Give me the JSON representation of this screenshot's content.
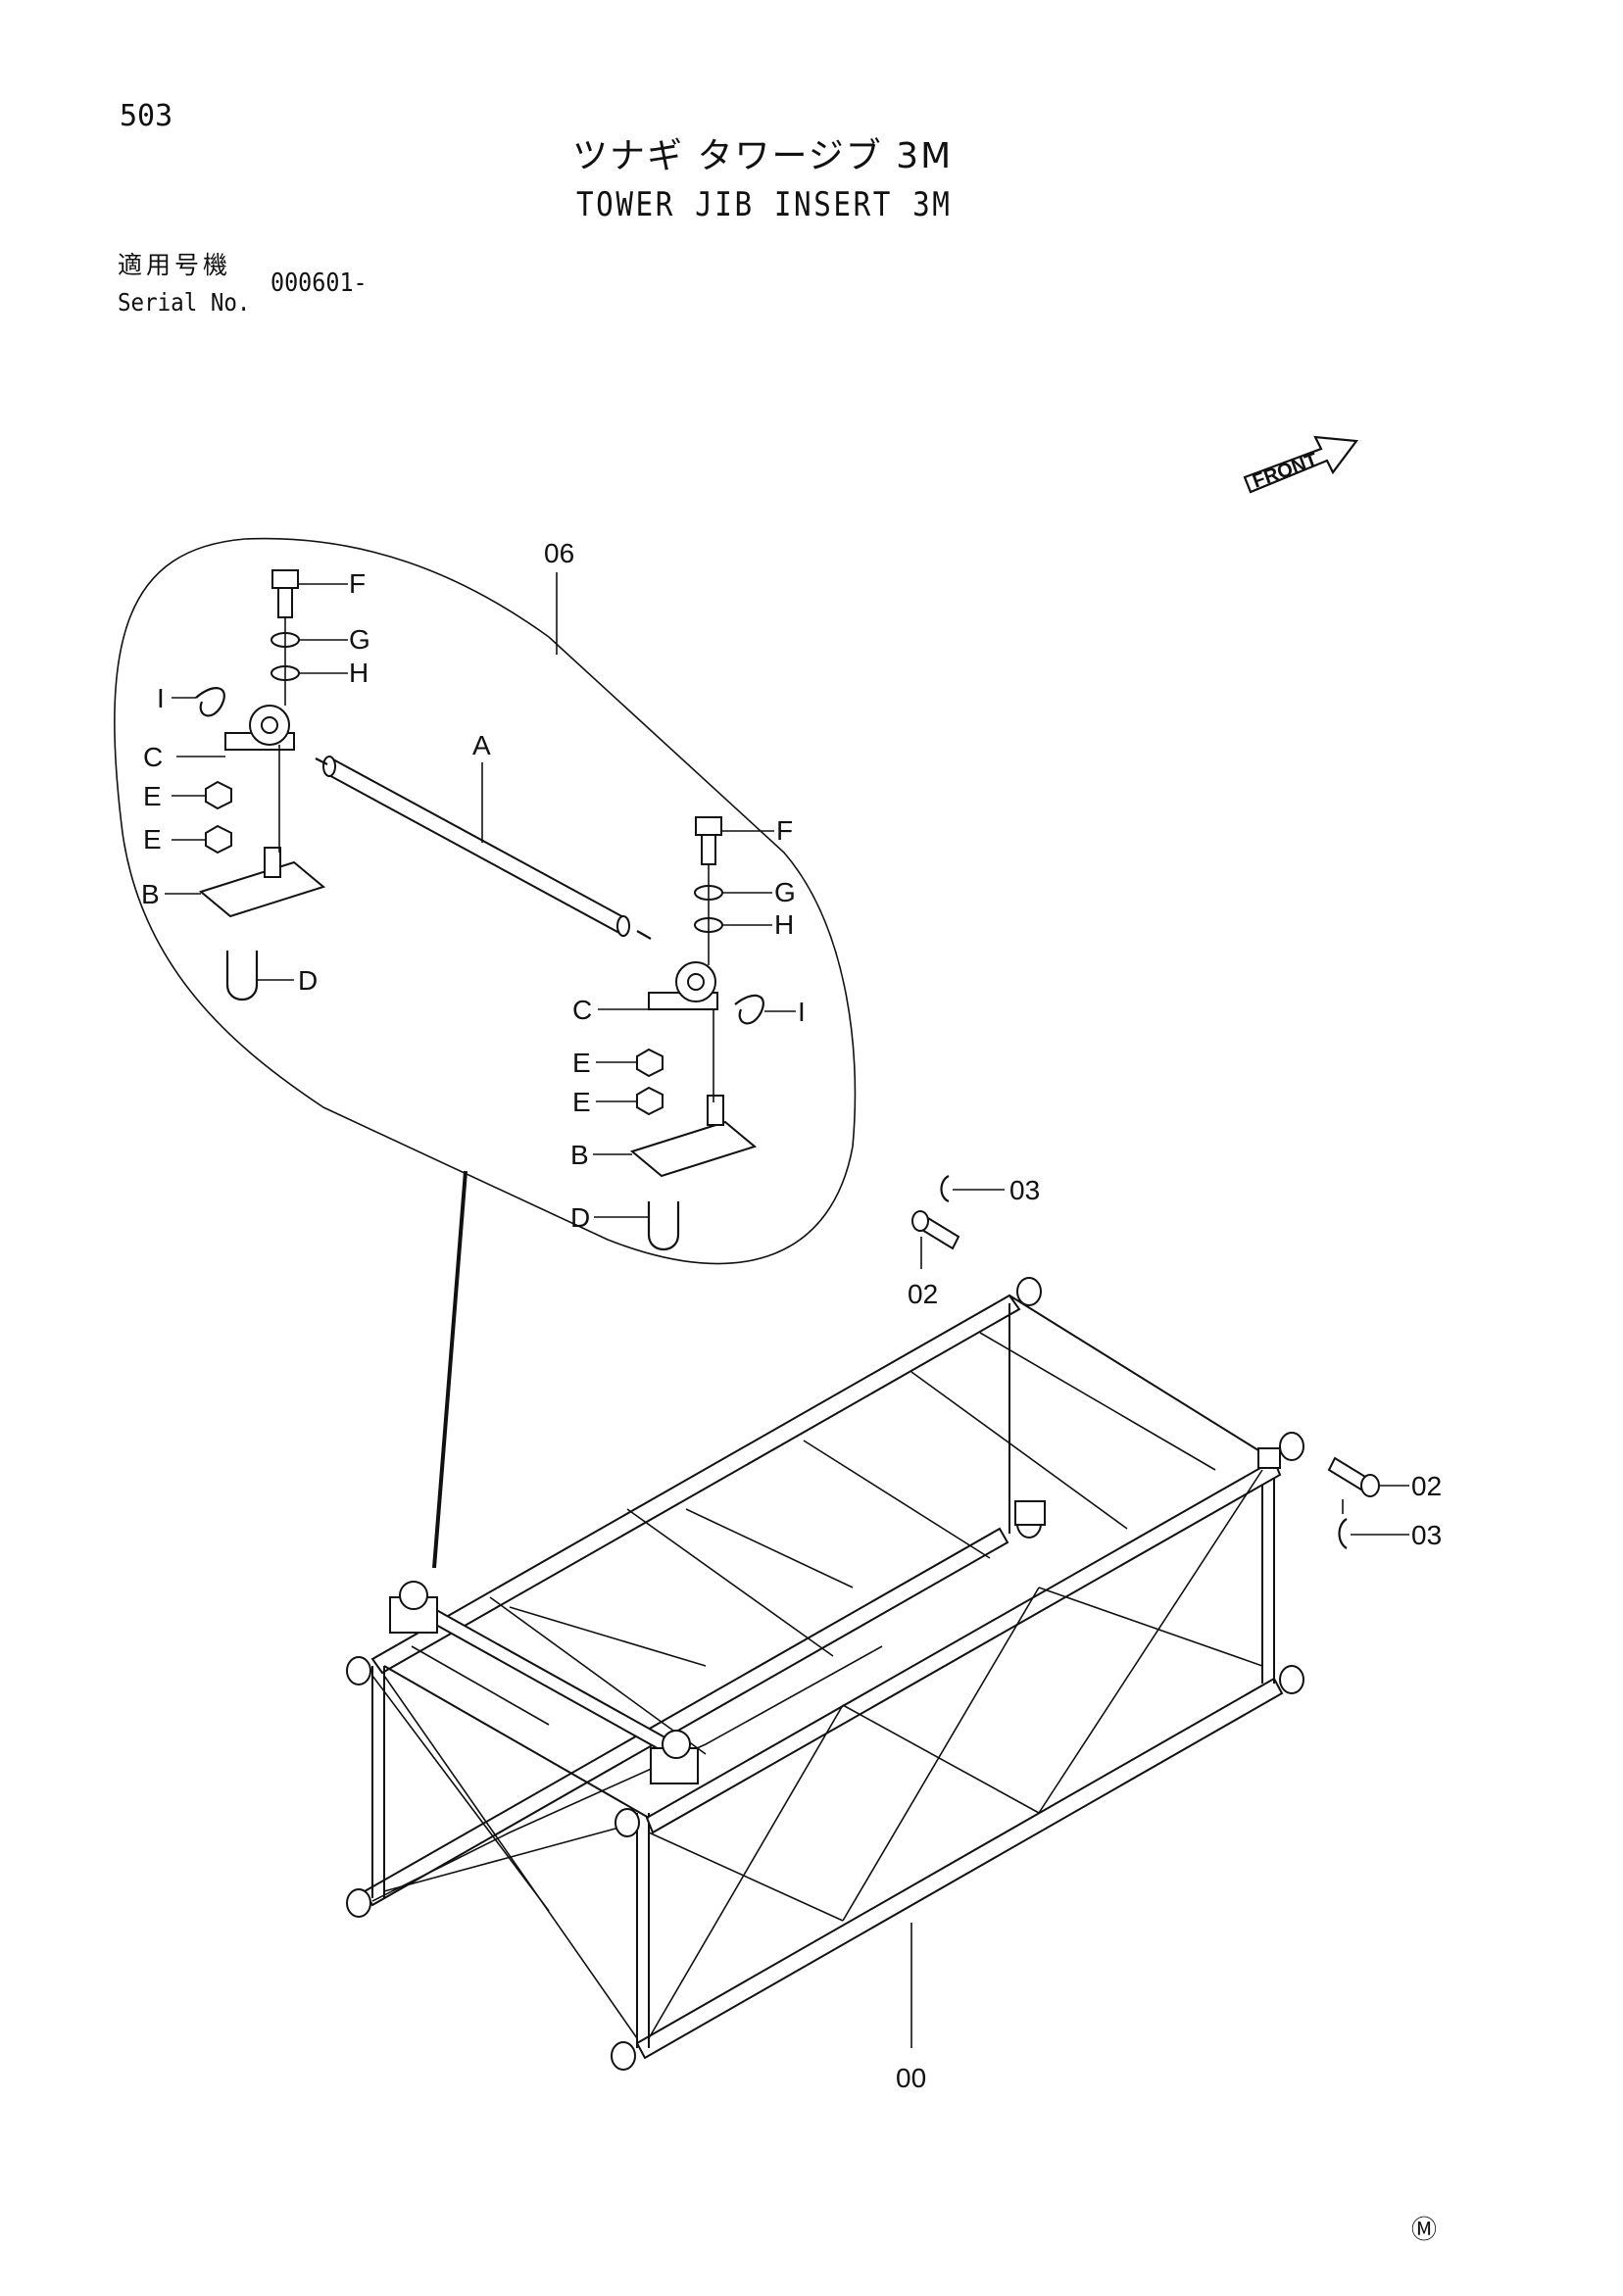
{
  "page_number": "503",
  "title_jp": "ツナギ タワージブ 3M",
  "title_en": "TOWER JIB INSERT 3M",
  "serial": {
    "label_jp": "適用号機",
    "label_en": "Serial No.",
    "value": "000601-"
  },
  "front_label": "FRONT",
  "callouts": {
    "assembly_06": "06",
    "A": "A",
    "B": "B",
    "C": "C",
    "D": "D",
    "E": "E",
    "F": "F",
    "G": "G",
    "H": "H",
    "I": "I",
    "p00": "00",
    "p02": "02",
    "p03": "03"
  },
  "footer_mark": "Ⓜ"
}
